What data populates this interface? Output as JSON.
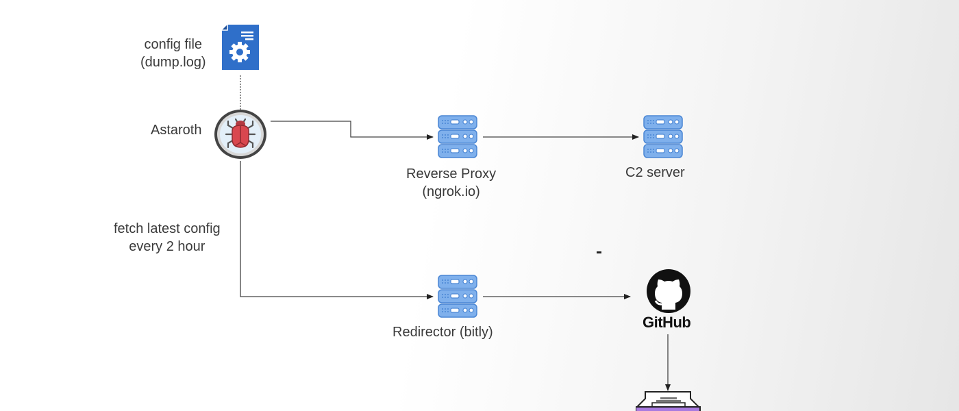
{
  "diagram": {
    "nodes": {
      "config_file": {
        "label_line1": "config file",
        "label_line2": "(dump.log)",
        "icon": "config-file-gear-icon"
      },
      "astaroth": {
        "label": "Astaroth",
        "icon": "bug-icon"
      },
      "reverse_proxy": {
        "label_line1": "Reverse Proxy",
        "label_line2": "(ngrok.io)",
        "icon": "server-icon"
      },
      "c2_server": {
        "label": "C2 server",
        "icon": "server-icon"
      },
      "redirector": {
        "label": "Redirector (bitly)",
        "icon": "server-icon"
      },
      "github": {
        "label": "GitHub",
        "icon": "github-icon"
      },
      "payload": {
        "icon": "image-tray-icon"
      }
    },
    "edges": [
      {
        "from": "config_file",
        "to": "astaroth",
        "style": "dotted"
      },
      {
        "from": "astaroth",
        "to": "reverse_proxy",
        "style": "solid"
      },
      {
        "from": "reverse_proxy",
        "to": "c2_server",
        "style": "solid"
      },
      {
        "from": "astaroth",
        "to": "redirector",
        "style": "solid",
        "label_line1": "fetch latest config",
        "label_line2": "every 2 hour"
      },
      {
        "from": "redirector",
        "to": "github",
        "style": "solid"
      },
      {
        "from": "github",
        "to": "payload",
        "style": "solid"
      }
    ],
    "colors": {
      "server_blue": "#5b9be6",
      "doc_blue": "#2f6fc9",
      "bug_red": "#d9474f",
      "payload_purple": "#a97be0"
    }
  }
}
